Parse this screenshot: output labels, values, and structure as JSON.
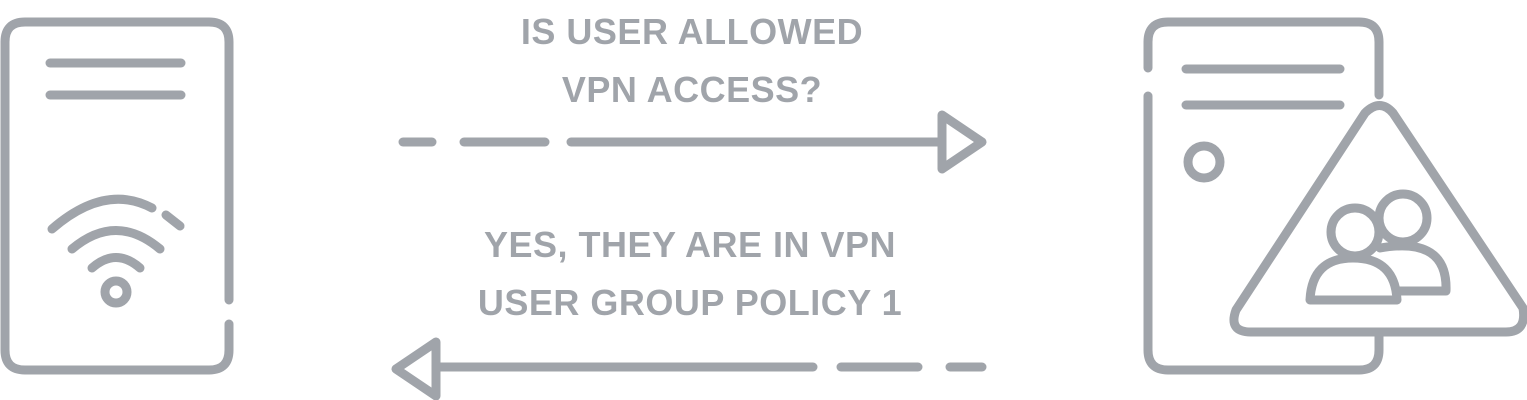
{
  "colors": {
    "stroke": "#a0a4aa",
    "text": "#a0a4aa",
    "background": "#ffffff"
  },
  "icons": {
    "client": "wifi-device-icon",
    "server": "user-group-warning-server-icon"
  },
  "request": {
    "line1": "IS USER ALLOWED",
    "line2": "VPN ACCESS?"
  },
  "response": {
    "line1": "YES, THEY ARE IN VPN",
    "line2": "USER GROUP POLICY 1"
  }
}
